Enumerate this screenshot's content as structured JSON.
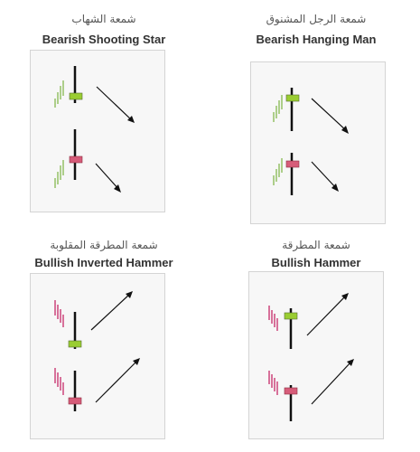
{
  "colors": {
    "bearish_accent": "#7cb342",
    "bullish_accent": "#c2185b",
    "bearish_body": "#9acd32",
    "bullish_body": "#d65c79",
    "wick": "#111111",
    "arrow": "#111111",
    "box_bg": "#f7f7f7",
    "box_border": "#d4d4d4"
  },
  "panels": [
    {
      "title_ar": "شمعة الشهاب",
      "title_en": "Bearish Shooting Star",
      "type": "bearish",
      "pattern": "shooting-star",
      "trend_lines": "rising",
      "arrow": "down"
    },
    {
      "title_ar": "شمعة الرجل المشنوق",
      "title_en": "Bearish Hanging Man",
      "type": "bearish",
      "pattern": "hanging-man",
      "trend_lines": "rising",
      "arrow": "down"
    },
    {
      "title_ar": "شمعة المطرقة المقلوبة",
      "title_en": "Bullish Inverted Hammer",
      "type": "bullish",
      "pattern": "inverted-hammer",
      "trend_lines": "falling",
      "arrow": "up"
    },
    {
      "title_ar": "شمعة المطرقة",
      "title_en": "Bullish Hammer",
      "type": "bullish",
      "pattern": "hammer",
      "trend_lines": "falling",
      "arrow": "up"
    }
  ]
}
